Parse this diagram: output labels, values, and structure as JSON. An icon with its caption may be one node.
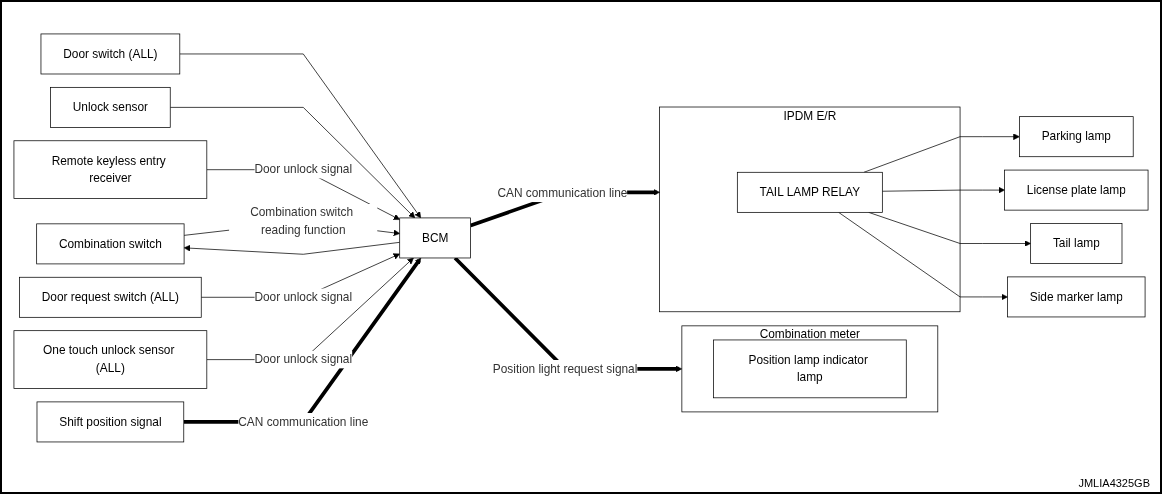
{
  "diagram": {
    "nodes": [
      {
        "text": [
          "Combination switch"
        ]
      },
      {
        "text": [
          "Door switch (ALL)"
        ]
      },
      {
        "text": [
          "Unlock sensor"
        ]
      },
      {
        "text": [
          "Remote keyless entry receiver"
        ]
      },
      {
        "text": [
          "Door request switch (ALL)"
        ]
      },
      {
        "text": [
          "One touch unlock sensor (ALL)"
        ]
      },
      {
        "text": [
          "Shift position signal"
        ]
      },
      {
        "text": [
          "BCM"
        ]
      },
      {
        "text": [
          "IPDM E/R"
        ]
      },
      {
        "text": [
          "TAIL LAMP RELAY"
        ],
        "in": 8
      },
      {
        "text": [
          "Parking lamp"
        ]
      },
      {
        "text": [
          "License plate lamp"
        ]
      },
      {
        "text": [
          "Tail lamp"
        ]
      },
      {
        "text": [
          "Side marker lamp"
        ]
      },
      {
        "text": [
          "Combination meter"
        ]
      },
      {
        "text": [
          "Position lamp indicator lamp"
        ],
        "in": 14
      }
    ],
    "edges": [
      {
        "from": 0,
        "to": 7,
        "arrow": "to",
        "label": "Combination switch reading function"
      },
      {
        "from": 7,
        "to": 0,
        "arrow": "to"
      },
      {
        "from": 1,
        "to": 7,
        "arrow": "to"
      },
      {
        "from": 2,
        "to": 7,
        "arrow": "to"
      },
      {
        "from": 3,
        "to": 7,
        "arrow": "to",
        "label": "Door unlock signal"
      },
      {
        "from": 4,
        "to": 7,
        "arrow": "to",
        "label": "Door unlock signal"
      },
      {
        "from": 5,
        "to": 7,
        "arrow": "to",
        "label": "Door unlock signal"
      },
      {
        "from": 6,
        "to": 7,
        "arrow": "to",
        "label": "CAN communication line",
        "style": "thick"
      },
      {
        "from": 7,
        "to": 8,
        "arrow": "to",
        "label": "CAN communication line",
        "style": "thick"
      },
      {
        "from": 7,
        "to": 14,
        "arrow": "to",
        "label": "Position light request signal",
        "style": "thick"
      },
      {
        "from": 9,
        "to": 10,
        "arrow": "to"
      },
      {
        "from": 9,
        "to": 11,
        "arrow": "to"
      },
      {
        "from": 9,
        "to": 12,
        "arrow": "to"
      },
      {
        "from": 9,
        "to": 13,
        "arrow": "to"
      }
    ],
    "labels": [
      "JMLIA4325GB"
    ]
  }
}
